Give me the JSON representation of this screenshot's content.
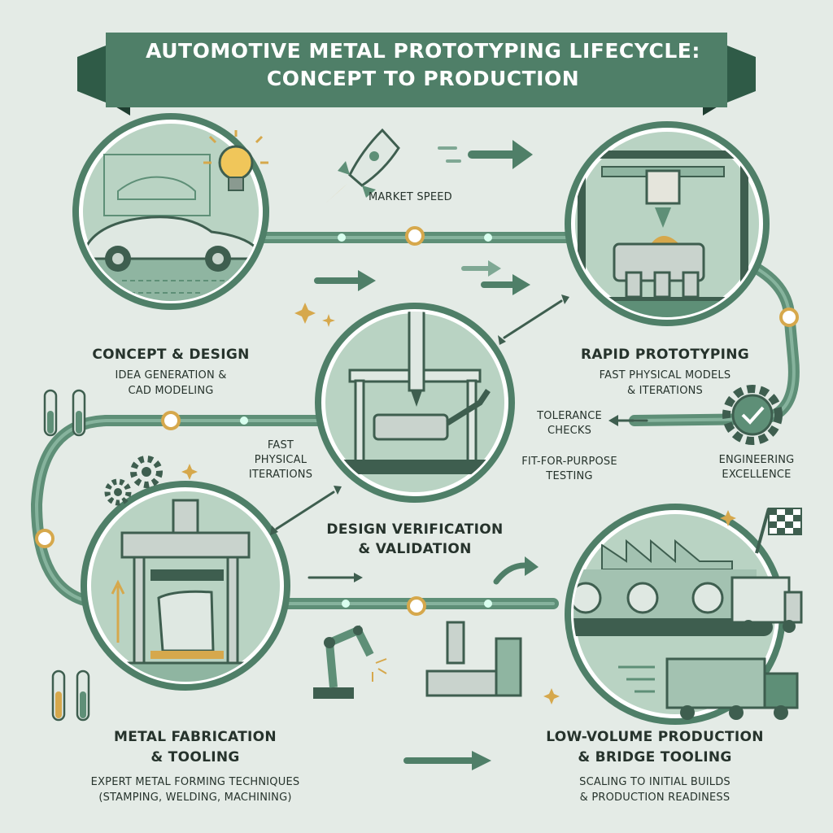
{
  "title": {
    "line1": "AUTOMOTIVE METAL PROTOTYPING LIFECYCLE:",
    "line2": "CONCEPT TO PRODUCTION"
  },
  "stages": {
    "concept": {
      "title": "CONCEPT & DESIGN",
      "subtitle_1": "IDEA GENERATION &",
      "subtitle_2": "CAD MODELING"
    },
    "rapid": {
      "title": "RAPID PROTOTYPING",
      "subtitle_1": "FAST PHYSICAL MODELS",
      "subtitle_2": "& ITERATIONS"
    },
    "verification": {
      "title_1": "DESIGN VERIFICATION",
      "title_2": "& VALIDATION"
    },
    "fabrication": {
      "title_1": "METAL FABRICATION",
      "title_2": "& TOOLING",
      "subtitle_1": "EXPERT METAL FORMING TECHNIQUES",
      "subtitle_2": "(STAMPING, WELDING, MACHINING)"
    },
    "production": {
      "title_1": "LOW-VOLUME PRODUCTION",
      "title_2": "& BRIDGE TOOLING",
      "subtitle_1": "SCALING TO INITIAL BUILDS",
      "subtitle_2": "& PRODUCTION READINESS"
    }
  },
  "annotations": {
    "market_speed": "MARKET SPEED",
    "fast_iter_1": "FAST",
    "fast_iter_2": "PHYSICAL",
    "fast_iter_3": "ITERATIONS",
    "tolerance_1": "TOLERANCE",
    "tolerance_2": "CHECKS",
    "fit_1": "FIT-FOR-PURPOSE",
    "fit_2": "TESTING",
    "engineering_1": "ENGINEERING",
    "engineering_2": "EXCELLENCE"
  },
  "colors": {
    "background": "#e4ebe6",
    "primary_green": "#4f7f68",
    "dark_green": "#2f5b47",
    "circle_fill": "#b9d3c3",
    "accent_gold": "#d6a84c",
    "glow": "#d9ffef"
  }
}
